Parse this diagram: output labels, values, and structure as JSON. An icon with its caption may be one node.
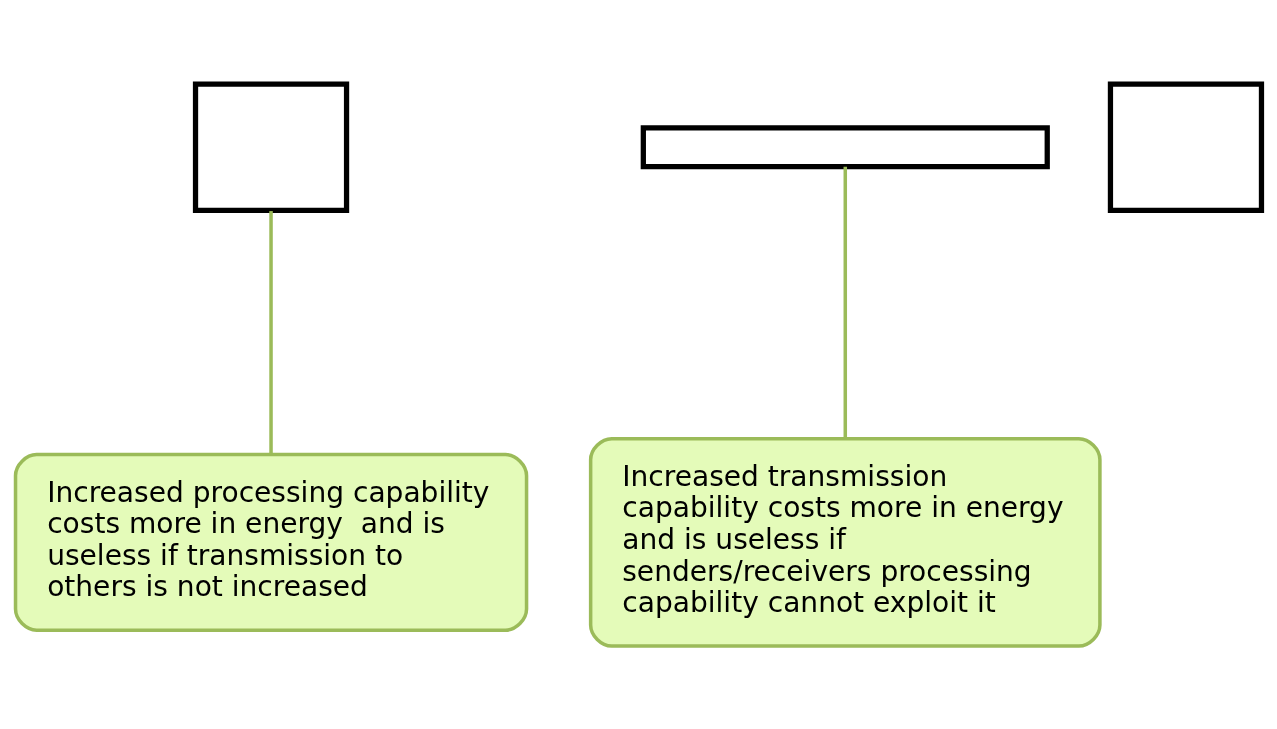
{
  "diagram": {
    "nodes": [
      {
        "text": [],
        "shape": "box"
      },
      {
        "text": [],
        "shape": "bar"
      },
      {
        "text": [],
        "shape": "box"
      },
      {
        "text": [
          "Increased processing capability costs more in energy  and is useless if transmission to others is not increased"
        ]
      },
      {
        "text": [
          "Increased transmission capability costs more in energy  and is useless if senders/receivers processing capability cannot exploit it"
        ]
      }
    ],
    "edges": [
      {
        "from": 3,
        "to": 0,
        "arrow": "none"
      },
      {
        "from": 4,
        "to": 1,
        "arrow": "none"
      }
    ]
  }
}
